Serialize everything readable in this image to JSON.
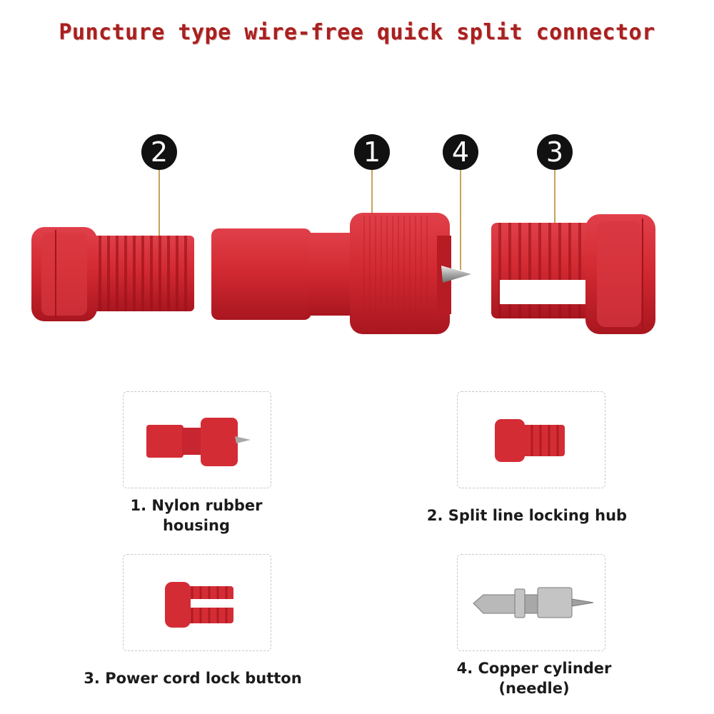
{
  "title": "Puncture type wire-free quick split connector",
  "colors": {
    "title": "#a8201f",
    "part_red": "#d02a32",
    "needle_metal": "#b9b9b9"
  },
  "markers": [
    "2",
    "1",
    "4",
    "3"
  ],
  "components": [
    {
      "caption_lines": [
        "1. Nylon rubber",
        "housing"
      ],
      "icon": "nylon-housing-icon"
    },
    {
      "caption_lines": [
        "2. Split line locking hub"
      ],
      "icon": "locking-hub-icon"
    },
    {
      "caption_lines": [
        "3. Power cord lock button"
      ],
      "icon": "lock-button-icon"
    },
    {
      "caption_lines": [
        "4. Copper cylinder",
        "(needle)"
      ],
      "icon": "copper-needle-icon"
    }
  ]
}
